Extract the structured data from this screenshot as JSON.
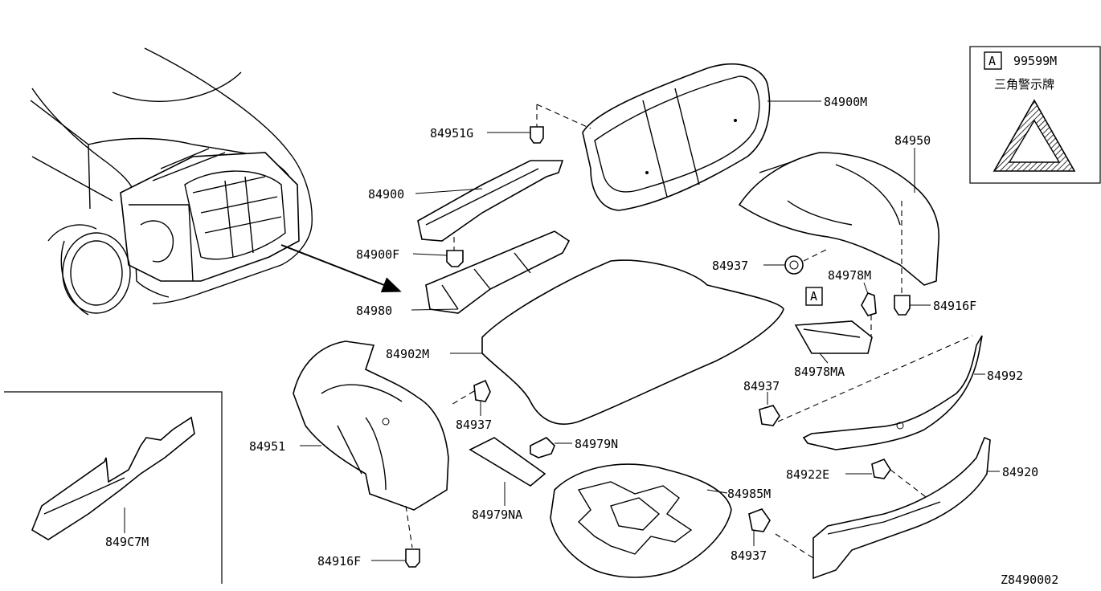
{
  "diagram_code": "Z8490002",
  "legend": {
    "key_letter": "A",
    "part_number": "99599M",
    "description": "三角警示牌"
  },
  "inset": {
    "label": "849C7M"
  },
  "callouts": {
    "p84900M": "84900M",
    "p84951G": "84951G",
    "p84900": "84900",
    "p84900F": "84900F",
    "p84980": "84980",
    "p84950": "84950",
    "p84937_a": "84937",
    "p84978M": "84978M",
    "p84916F_a": "84916F",
    "key_box": "A",
    "p84978MA": "84978MA",
    "p84902M": "84902M",
    "p84992": "84992",
    "p84937_b": "84937",
    "p84937_c": "84937",
    "p84951": "84951",
    "p84979N": "84979N",
    "p84979NA": "84979NA",
    "p84922E": "84922E",
    "p84920": "84920",
    "p84985M": "84985M",
    "p84937_d": "84937",
    "p84916F_b": "84916F"
  }
}
